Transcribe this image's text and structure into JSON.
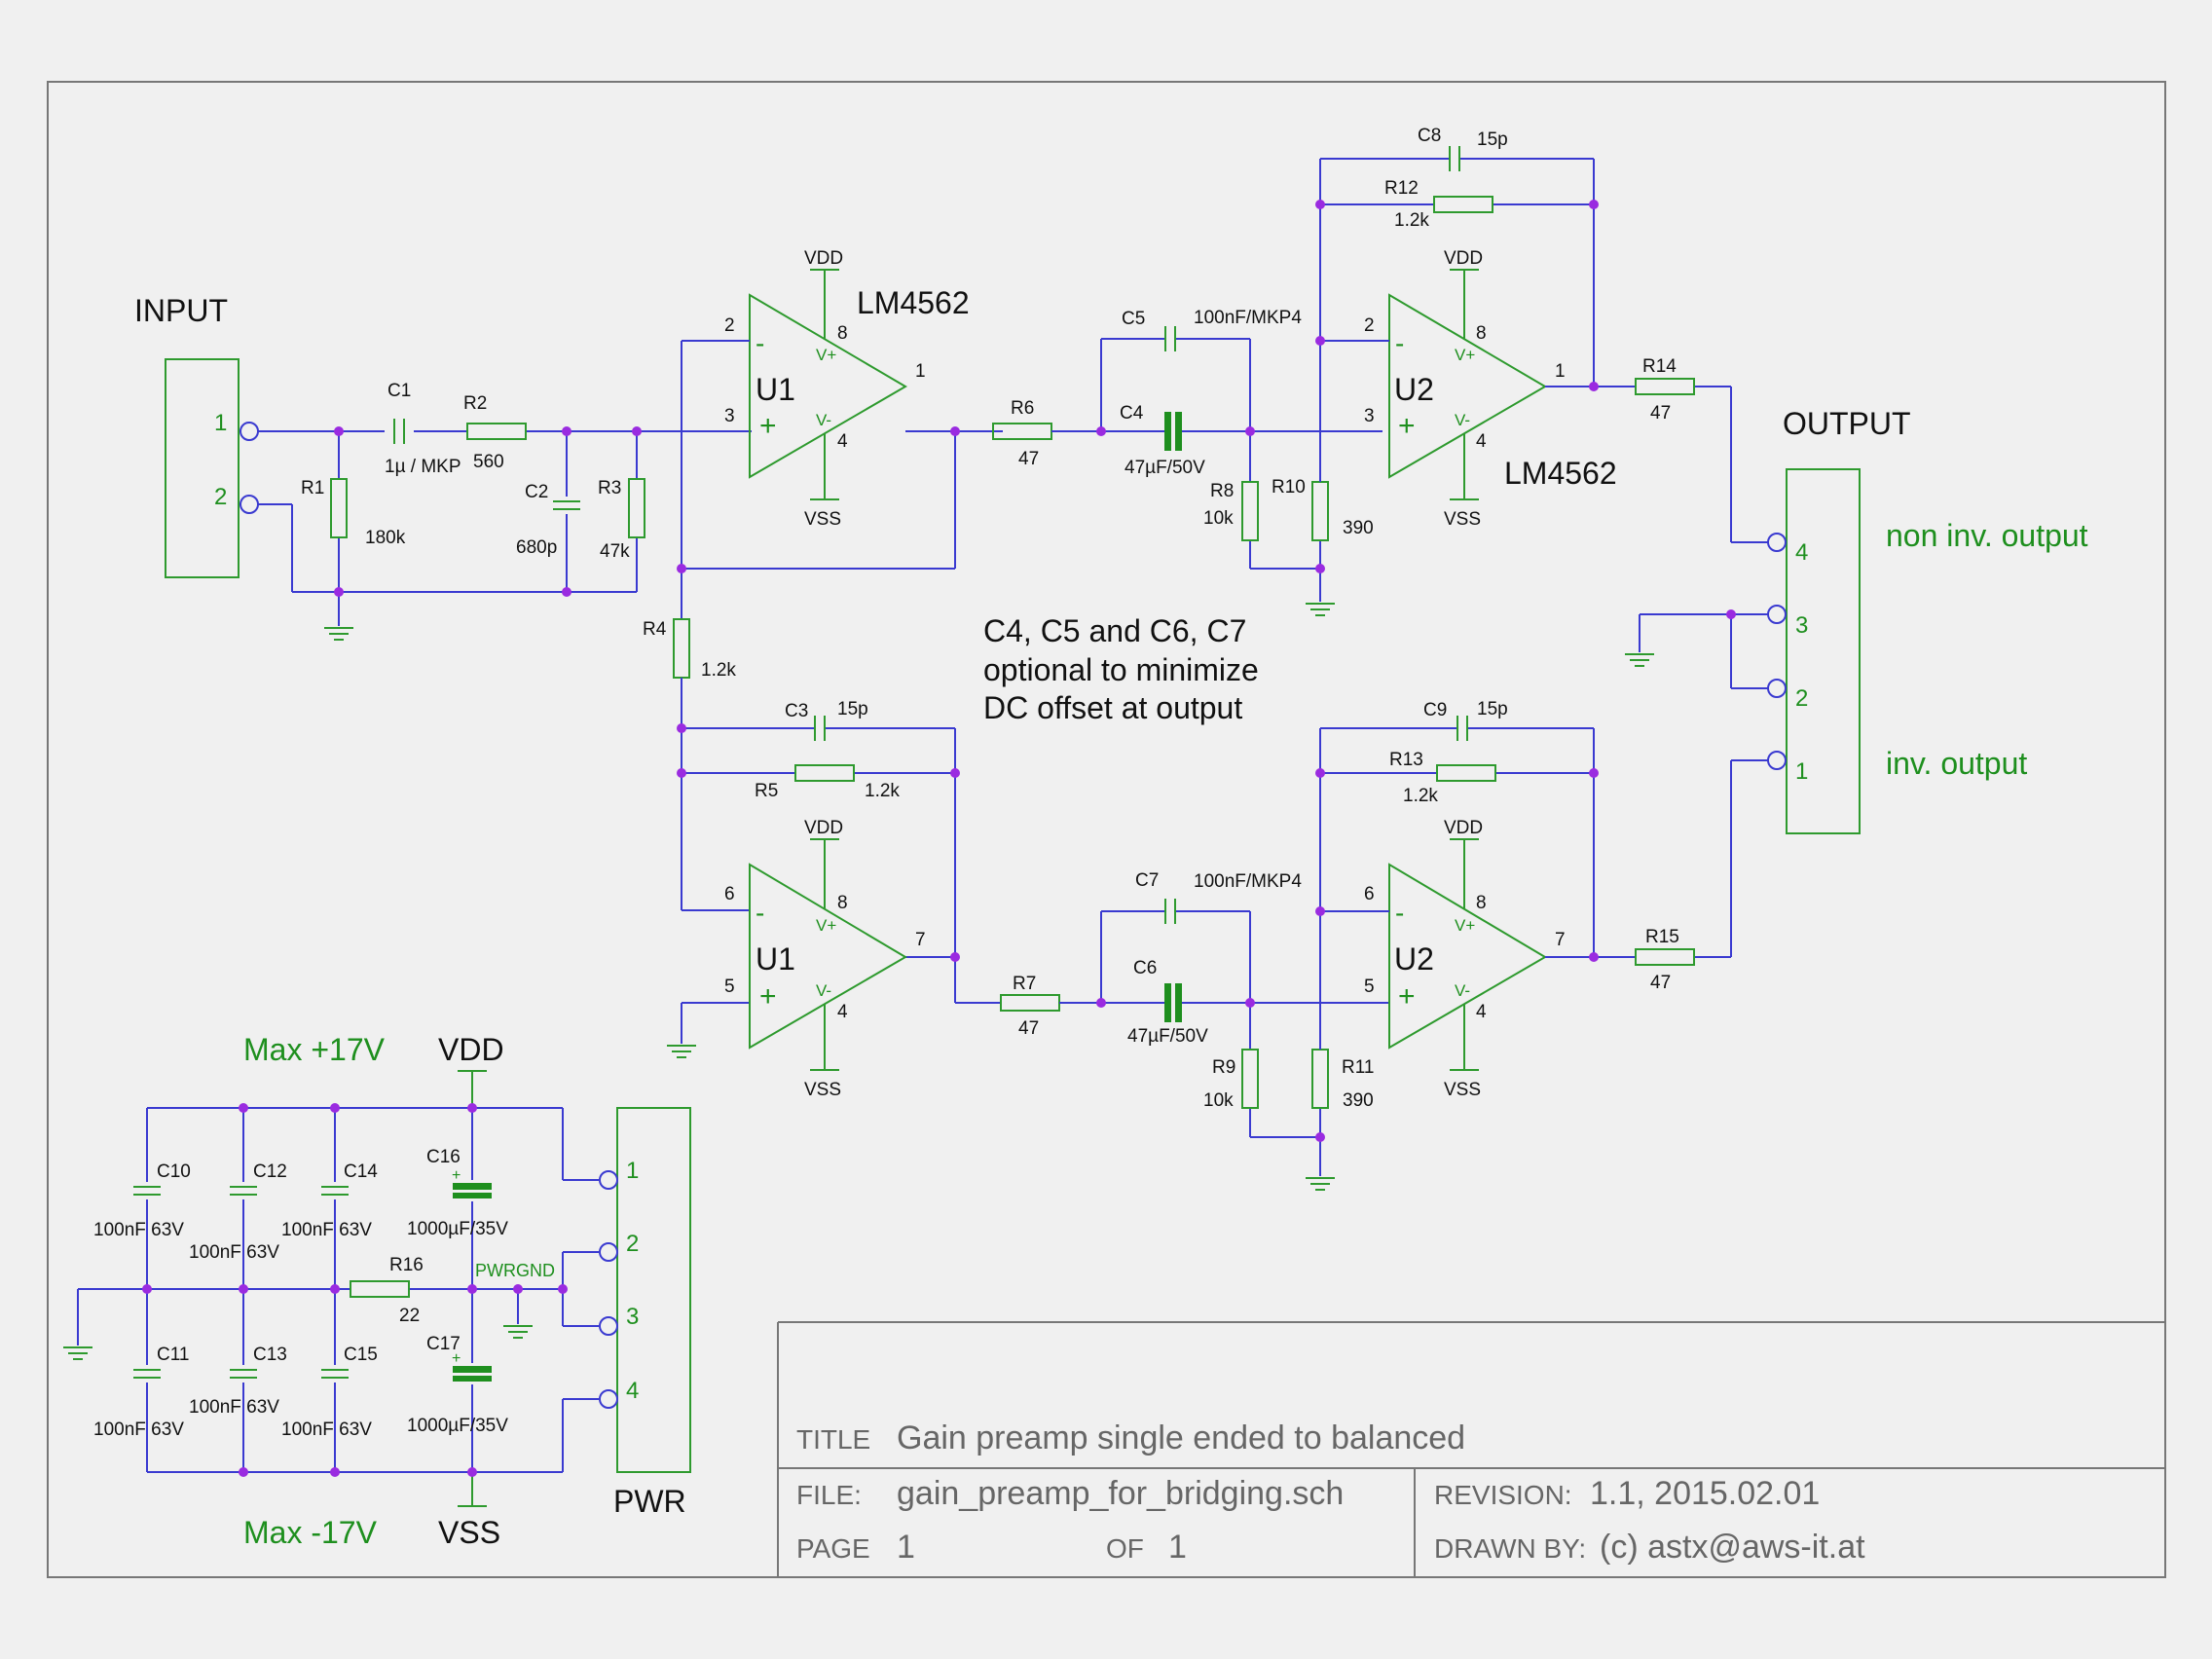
{
  "title_block": {
    "title_label": "TITLE",
    "title": "Gain preamp single ended to balanced",
    "file_label": "FILE:",
    "file": "gain_preamp_for_bridging.sch",
    "revision_label": "REVISION:",
    "revision": "1.1, 2015.02.01",
    "page_label": "PAGE",
    "page": "1",
    "of_label": "OF",
    "of": "1",
    "drawn_label": "DRAWN BY:",
    "drawn_by": "(c) astx@aws-it.at"
  },
  "connectors": {
    "input": {
      "label": "INPUT",
      "pins": [
        "1",
        "2"
      ]
    },
    "output": {
      "label": "OUTPUT",
      "pins": [
        "4",
        "3",
        "2",
        "1"
      ],
      "non_inv": "non inv. output",
      "inv": "inv. output"
    },
    "pwr": {
      "label": "PWR",
      "pins": [
        "1",
        "2",
        "3",
        "4"
      ]
    }
  },
  "opamps": {
    "u1a": {
      "name": "U1",
      "part": "LM4562",
      "pin_inv": "2",
      "pin_noninv": "3",
      "pin_out": "1",
      "pin_vp": "8",
      "pin_vn": "4",
      "vdd": "VDD",
      "vss": "VSS",
      "vp": "V+",
      "vn": "V-"
    },
    "u2a": {
      "name": "U2",
      "part": "LM4562",
      "pin_inv": "2",
      "pin_noninv": "3",
      "pin_out": "1",
      "pin_vp": "8",
      "pin_vn": "4",
      "vdd": "VDD",
      "vss": "VSS",
      "vp": "V+",
      "vn": "V-"
    },
    "u1b": {
      "name": "U1",
      "pin_inv": "6",
      "pin_noninv": "5",
      "pin_out": "7",
      "pin_vp": "8",
      "pin_vn": "4",
      "vdd": "VDD",
      "vss": "VSS",
      "vp": "V+",
      "vn": "V-"
    },
    "u2b": {
      "name": "U2",
      "pin_inv": "6",
      "pin_noninv": "5",
      "pin_out": "7",
      "pin_vp": "8",
      "pin_vn": "4",
      "vdd": "VDD",
      "vss": "VSS",
      "vp": "V+",
      "vn": "V-"
    }
  },
  "components": {
    "C1": {
      "ref": "C1",
      "value": "1µ / MKP"
    },
    "R1": {
      "ref": "R1",
      "value": "180k"
    },
    "R2": {
      "ref": "R2",
      "value": "560"
    },
    "C2": {
      "ref": "C2",
      "value": "680p"
    },
    "R3": {
      "ref": "R3",
      "value": "47k"
    },
    "R4": {
      "ref": "R4",
      "value": "1.2k"
    },
    "C3": {
      "ref": "C3",
      "value": "15p"
    },
    "R5": {
      "ref": "R5",
      "value": "1.2k"
    },
    "R6": {
      "ref": "R6",
      "value": "47"
    },
    "C4": {
      "ref": "C4",
      "value": "47µF/50V"
    },
    "C5": {
      "ref": "C5",
      "value": "100nF/MKP4"
    },
    "R8": {
      "ref": "R8",
      "value": "10k"
    },
    "R10": {
      "ref": "R10",
      "value": "390"
    },
    "C8": {
      "ref": "C8",
      "value": "15p"
    },
    "R12": {
      "ref": "R12",
      "value": "1.2k"
    },
    "R14": {
      "ref": "R14",
      "value": "47"
    },
    "R7": {
      "ref": "R7",
      "value": "47"
    },
    "C6": {
      "ref": "C6",
      "value": "47µF/50V"
    },
    "C7": {
      "ref": "C7",
      "value": "100nF/MKP4"
    },
    "R9": {
      "ref": "R9",
      "value": "10k"
    },
    "R11": {
      "ref": "R11",
      "value": "390"
    },
    "C9": {
      "ref": "C9",
      "value": "15p"
    },
    "R13": {
      "ref": "R13",
      "value": "1.2k"
    },
    "R15": {
      "ref": "R15",
      "value": "47"
    },
    "C10": {
      "ref": "C10",
      "value": "100nF 63V"
    },
    "C11": {
      "ref": "C11",
      "value": "100nF 63V"
    },
    "C12": {
      "ref": "C12",
      "value": "100nF 63V"
    },
    "C13": {
      "ref": "C13",
      "value": "100nF 63V"
    },
    "C14": {
      "ref": "C14",
      "value": "100nF 63V"
    },
    "C15": {
      "ref": "C15",
      "value": "100nF 63V"
    },
    "C16": {
      "ref": "C16",
      "value": "1000µF/35V"
    },
    "C17": {
      "ref": "C17",
      "value": "1000µF/35V"
    },
    "R16": {
      "ref": "R16",
      "value": "22"
    }
  },
  "power": {
    "vdd": "VDD",
    "vss": "VSS",
    "max_pos": "Max +17V",
    "max_neg": "Max -17V",
    "pwrgnd": "PWRGND",
    "plus": "+"
  },
  "note": {
    "line1": "C4, C5 and C6, C7",
    "line2": "optional to minimize",
    "line3": "DC offset at output"
  },
  "colors": {
    "wire": "#3a3ad0",
    "component": "#2e9a2e",
    "junction": "#9a2be0",
    "frame": "#777777",
    "background": "#f0f0f0"
  }
}
